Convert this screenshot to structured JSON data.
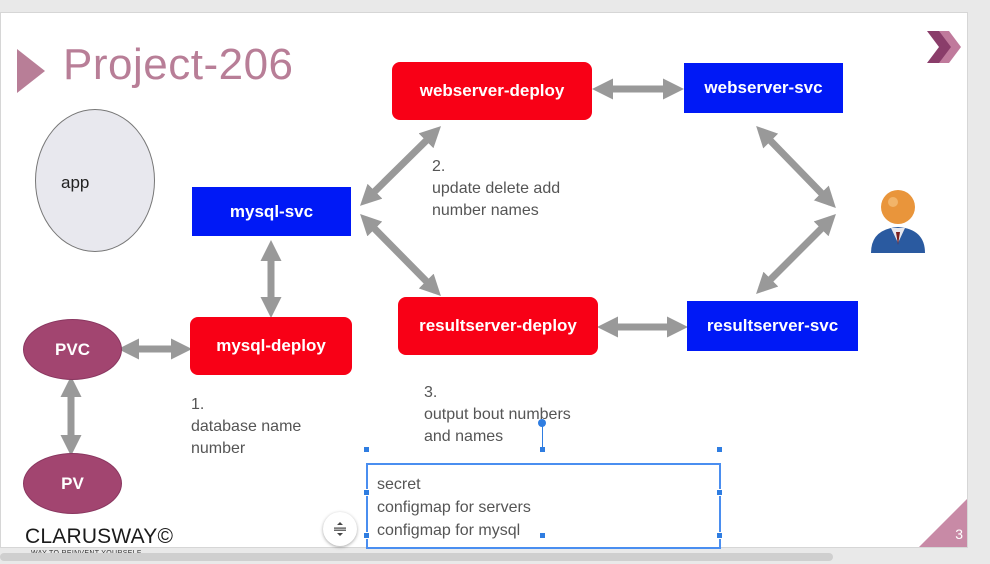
{
  "slide": {
    "title": "Project-206",
    "page_number": "3"
  },
  "app": {
    "label": "app"
  },
  "nodes": {
    "webserver_deploy": "webserver-deploy",
    "webserver_svc": "webserver-svc",
    "mysql_svc": "mysql-svc",
    "mysql_deploy": "mysql-deploy",
    "resultserver_deploy": "resultserver-deploy",
    "resultserver_svc": "resultserver-svc",
    "pvc": "PVC",
    "pv": "PV"
  },
  "notes": {
    "note1": "1.\ndatabase name\nnumber",
    "note2": "2.\nupdate delete add\nnumber names",
    "note3": "3.\noutput bout numbers\nand names"
  },
  "textbox": {
    "content": "secret\nconfigmap for servers\nconfigmap for mysql"
  },
  "logo": {
    "name": "CLARUSWAY©",
    "tagline": "WAY TO REINVENT YOURSELF"
  },
  "icons": {
    "brand": "double-chevron-icon",
    "user": "user-icon",
    "format": "format-options-icon"
  },
  "colors": {
    "deploy": "#f80016",
    "service": "#0019f6",
    "volume": "#a24570",
    "arrow": "#999999",
    "accent": "#b87e97"
  }
}
